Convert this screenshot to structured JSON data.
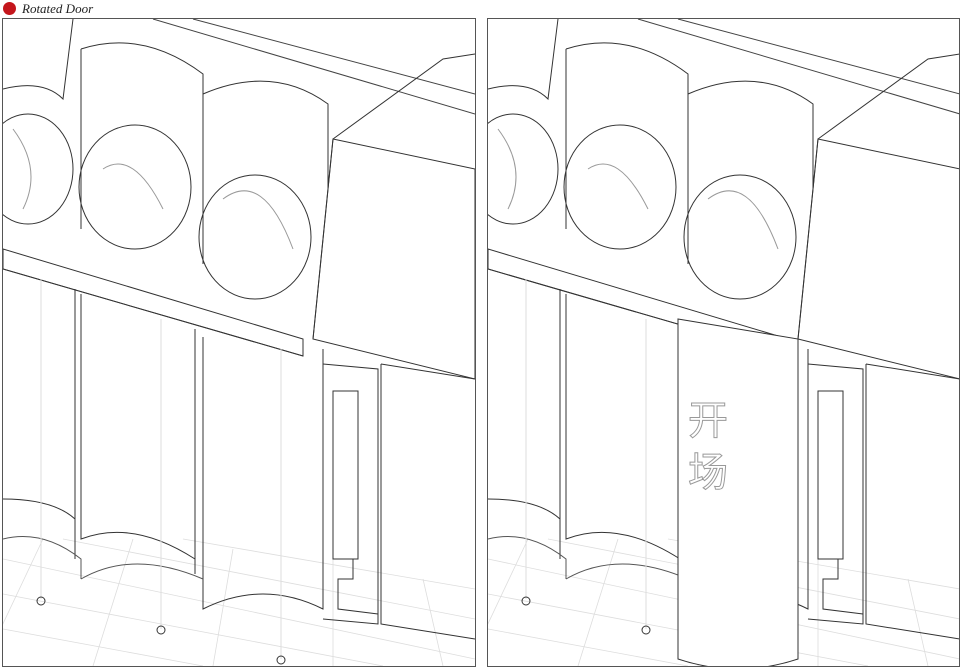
{
  "legend": {
    "label": "Rotated Door",
    "marker_color": "#c4161c"
  },
  "panels": [
    {
      "state": "open"
    },
    {
      "state": "rotated",
      "sign": {
        "char1": "开",
        "char2": "场"
      }
    }
  ]
}
